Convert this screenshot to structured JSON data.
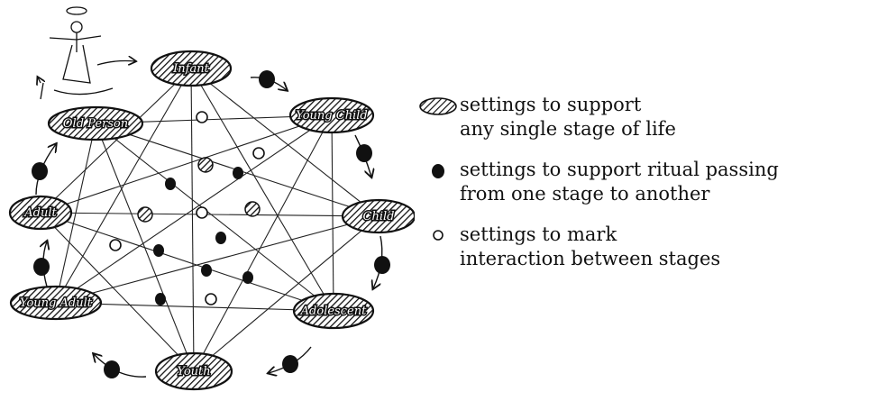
{
  "stages": [
    {
      "id": "infant",
      "label": "Infant"
    },
    {
      "id": "young-child",
      "label": "Young Child"
    },
    {
      "id": "child",
      "label": "Child"
    },
    {
      "id": "adolescent",
      "label": "Adolescent"
    },
    {
      "id": "youth",
      "label": "Youth"
    },
    {
      "id": "young-adult",
      "label": "Young Adult"
    },
    {
      "id": "adult",
      "label": "Adult"
    },
    {
      "id": "old-person",
      "label": "Old Person"
    }
  ],
  "legend": {
    "single_stage": {
      "line1": "settings to support",
      "line2": "any single stage of life",
      "symbol": "hatched-oval"
    },
    "ritual_passing": {
      "line1": "settings to support ritual passing",
      "line2": "from one stage to another",
      "symbol": "filled-dot"
    },
    "interaction": {
      "line1": "settings to mark",
      "line2": "interaction between stages",
      "symbol": "open-circle"
    }
  },
  "colors": {
    "ink": "#111111",
    "background": "#ffffff"
  }
}
